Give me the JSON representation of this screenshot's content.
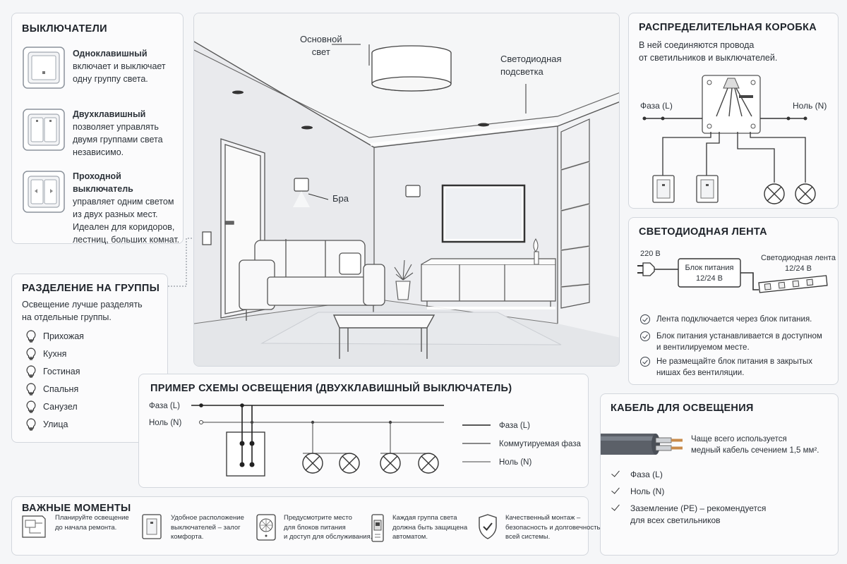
{
  "switches": {
    "title": "ВЫКЛЮЧАТЕЛИ",
    "items": [
      {
        "name": "Одноклавишный",
        "desc": [
          "включает и выключает",
          "одну группу света."
        ]
      },
      {
        "name": "Двухклавишный",
        "desc": [
          "позволяет управлять",
          "двумя группами света",
          "независимо."
        ]
      },
      {
        "name": "Проходной выключатель",
        "desc": [
          "управляет одним светом",
          "из двух разных мест.",
          "Идеален для коридоров,",
          "лестниц, больших комнат."
        ]
      }
    ]
  },
  "groups": {
    "title": "РАЗДЕЛЕНИЕ НА ГРУППЫ",
    "intro": [
      "Освещение лучше разделять",
      "на отдельные группы."
    ],
    "items": [
      "Прихожая",
      "Кухня",
      "Гостиная",
      "Спальня",
      "Санузел",
      "Улица"
    ]
  },
  "room": {
    "main_light": [
      "Основной",
      "свет"
    ],
    "led": [
      "Светодиодная",
      "подсветка"
    ],
    "sconce": "Бра"
  },
  "junction": {
    "title": "РАСПРЕДЕЛИТЕЛЬНАЯ КОРОБКА",
    "desc": [
      "В ней соединяются провода",
      "от светильников и выключателей."
    ],
    "phase": "Фаза (L)",
    "neutral": "Ноль (N)"
  },
  "ledstrip": {
    "title": "СВЕТОДИОДНАЯ ЛЕНТА",
    "voltage": "220 В",
    "psu": [
      "Блок питания",
      "12/24 В"
    ],
    "strip": [
      "Светодиодная лента",
      "12/24 В"
    ],
    "checks": [
      [
        "Лента подключается через блок питания."
      ],
      [
        "Блок питания устанавливается в доступном",
        "и вентилируемом месте."
      ],
      [
        "Не размещайте блок питания в закрытых",
        "нишах без вентиляции."
      ]
    ]
  },
  "scheme": {
    "title": "ПРИМЕР СХЕМЫ ОСВЕЩЕНИЯ (ДВУХКЛАВИШНЫЙ ВЫКЛЮЧАТЕЛЬ)",
    "phase_label": "Фаза (L)",
    "neutral_label": "Ноль (N)",
    "legend": [
      "Фаза (L)",
      "Коммутируемая фаза",
      "Ноль (N)"
    ]
  },
  "cable": {
    "title": "КАБЕЛЬ ДЛЯ ОСВЕЩЕНИЯ",
    "desc": [
      "Чаще всего используется",
      "медный кабель сечением 1,5 мм²."
    ],
    "items": [
      [
        "Фаза (L)"
      ],
      [
        "Ноль (N)"
      ],
      [
        "Заземление (PE) – рекомендуется",
        "для всех светильников"
      ]
    ]
  },
  "important": {
    "title": "ВАЖНЫЕ МОМЕНТЫ",
    "items": [
      {
        "icon": "blueprint-icon",
        "text": [
          "Планируйте освещение",
          "до начала ремонта."
        ]
      },
      {
        "icon": "switch-icon",
        "text": [
          "Удобное расположение",
          "выключателей – залог",
          "комфорта."
        ]
      },
      {
        "icon": "psu-fan-icon",
        "text": [
          "Предусмотрите место",
          "для блоков питания",
          "и доступ для обслуживания."
        ]
      },
      {
        "icon": "breaker-icon",
        "text": [
          "Каждая группа света",
          "должна быть защищена",
          "автоматом."
        ]
      },
      {
        "icon": "shield-check-icon",
        "text": [
          "Качественный монтаж –",
          "безопасность и долговечность",
          "всей системы."
        ]
      }
    ]
  },
  "colors": {
    "border": "#d3d7dd",
    "ink": "#2a2f36",
    "panel": "#fbfbfc",
    "bg": "#f5f6f8"
  }
}
